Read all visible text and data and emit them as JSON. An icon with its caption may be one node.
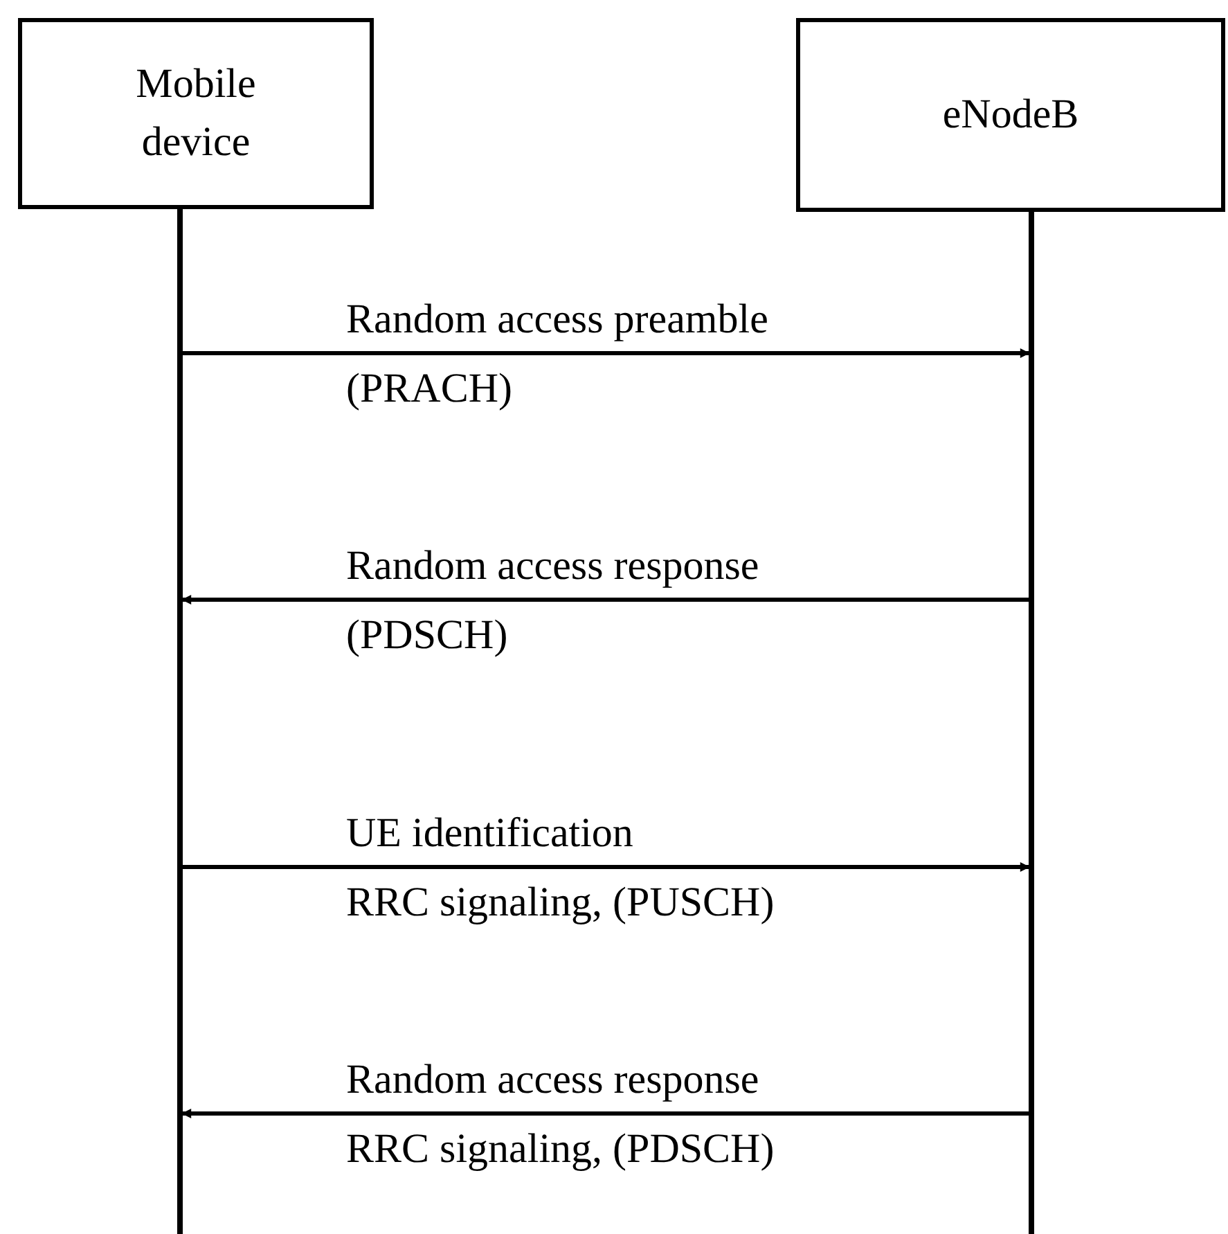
{
  "diagram": {
    "nodes": [
      {
        "text": [
          "Mobile device"
        ]
      },
      {
        "text": [
          "eNodeB"
        ]
      }
    ],
    "edges": [
      {
        "from": 0,
        "to": 1,
        "arrow": "to",
        "label": "Random access preamble (PRACH)"
      },
      {
        "from": 1,
        "to": 0,
        "arrow": "to",
        "label": "Random access response (PDSCH)"
      },
      {
        "from": 0,
        "to": 1,
        "arrow": "to",
        "label": "UE identification RRC signaling, (PUSCH)"
      },
      {
        "from": 1,
        "to": 0,
        "arrow": "to",
        "label": "Random access response RRC signaling, (PDSCH)"
      }
    ]
  }
}
